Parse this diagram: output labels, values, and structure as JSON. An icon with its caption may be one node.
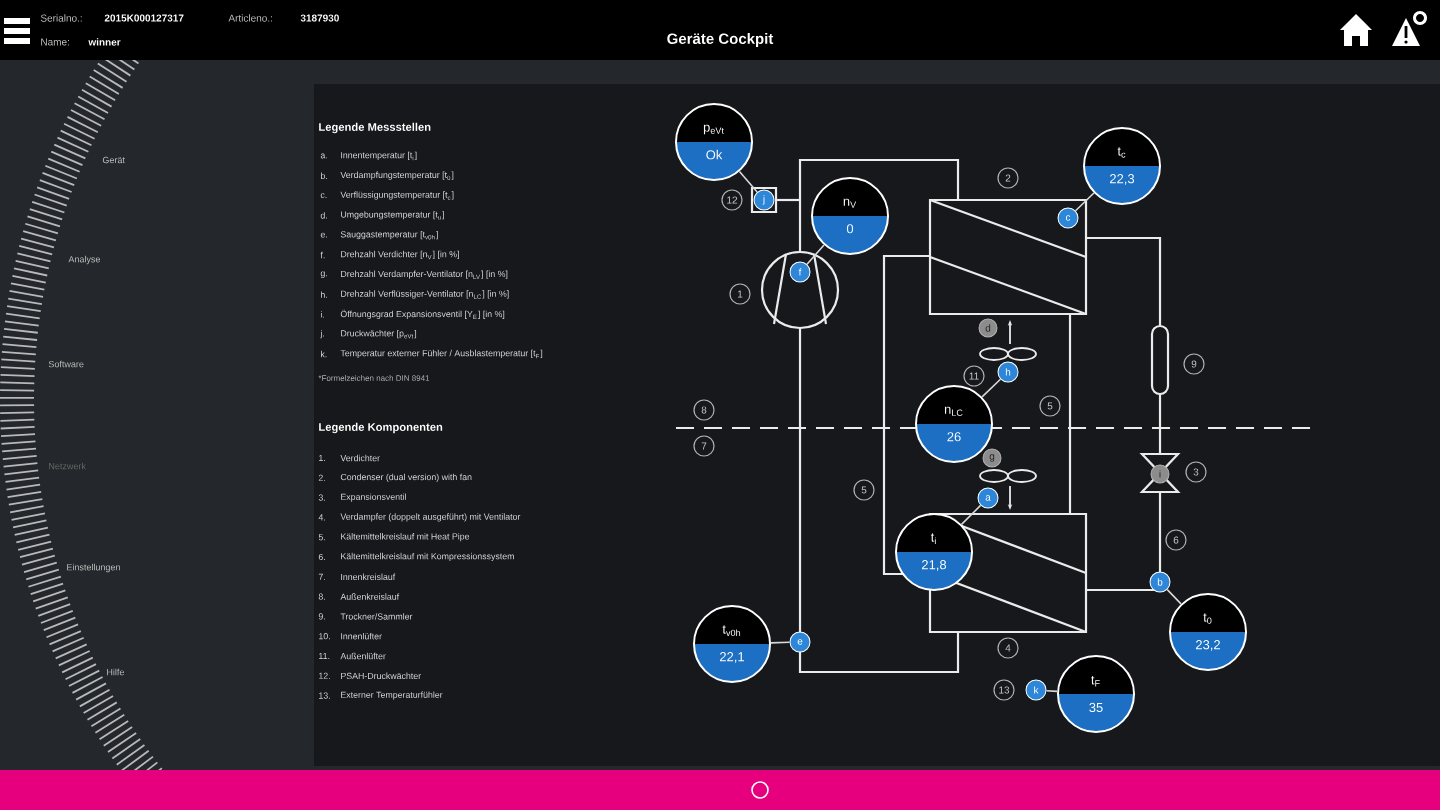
{
  "diagram": {
    "title": "Geräte Cockpit",
    "nodes": [
      {
        "text": [
          "p$_{eVt}$",
          "Ok"
        ]
      },
      {
        "text": [
          "j"
        ]
      },
      {
        "text": [
          "n$_{V}$",
          "0"
        ]
      },
      {
        "text": [
          "f"
        ]
      },
      {
        "text": [
          "t$_{c}$",
          "22,3"
        ]
      },
      {
        "text": [
          "c"
        ]
      },
      {
        "text": [
          "n$_{LC}$",
          "26"
        ]
      },
      {
        "text": [
          "h"
        ]
      },
      {
        "text": [
          "a"
        ]
      },
      {
        "text": [
          "t$_{i}$",
          "21,8"
        ]
      },
      {
        "text": [
          "t$_{v0h}$",
          "22,1"
        ]
      },
      {
        "text": [
          "e"
        ]
      },
      {
        "text": [
          "b"
        ]
      },
      {
        "text": [
          "t$_{0}$",
          "23,2"
        ]
      },
      {
        "text": [
          "k"
        ]
      },
      {
        "text": [
          "t$_{F}$",
          "35"
        ]
      }
    ],
    "edges": [
      {
        "from": 0,
        "to": 1,
        "arrow": "none"
      },
      {
        "from": 2,
        "to": 3,
        "arrow": "none"
      },
      {
        "from": 4,
        "to": 5,
        "arrow": "none"
      },
      {
        "from": 6,
        "to": 7,
        "arrow": "none"
      },
      {
        "from": 9,
        "to": 8,
        "arrow": "none"
      },
      {
        "from": 10,
        "to": 11,
        "arrow": "none"
      },
      {
        "from": 13,
        "to": 12,
        "arrow": "none"
      },
      {
        "from": 15,
        "to": 14,
        "arrow": "none"
      }
    ],
    "labels": [
      "Serialno.:",
      "2015K000127317",
      "Articleno.:",
      "3187930",
      "Name:",
      "winner",
      "Gerät",
      "Analyse",
      "Software",
      "Netzwerk",
      "Einstellungen",
      "Hilfe",
      "Legende Messstellen",
      "a.",
      "Innentemperatur [t$_{i}$]",
      "b.",
      "Verdampfungstemperatur [t$_{0}$]",
      "c.",
      "Verflüssigungstemperatur [t$_{c}$]",
      "d.",
      "Umgebungstemperatur [t$_{u}$]",
      "e.",
      "Sauggastemperatur [t$_{v0h}$]",
      "f.",
      "Drehzahl Verdichter [n$_{V}$] [in %]",
      "g.",
      "Drehzahl Verdampfer-Ventilator [n$_{LV}$] [in %]",
      "h.",
      "Drehzahl Verflüssiger-Ventilator [n$_{LC}$] [in %]",
      "i.",
      "Öffnungsgrad Expansionsventil [Y$_{E}$] [in %]",
      "j.",
      "Druckwächter [p$_{eVt}$]",
      "k.",
      "Temperatur externer Fühler / Ausblastemperatur [t$_{F}$]",
      "*Formelzeichen nach DIN 8941",
      "Legende Komponenten",
      "1.",
      "Verdichter",
      "2.",
      "Condenser (dual version) with fan",
      "3.",
      "Expansionsventil",
      "4.",
      "Verdampfer (doppelt ausgeführt) mit Ventilator",
      "5.",
      "Kältemittelkreislauf mit Heat Pipe",
      "6.",
      "Kältemittelkreislauf mit Kompressionssystem",
      "7.",
      "Innenkreislauf",
      "8.",
      "Außenkreislauf",
      "9.",
      "Trockner/Sammler",
      "10.",
      "Innenlüfter",
      "11.",
      "Außenlüfter",
      "12.",
      "PSAH-Druckwächter",
      "13.",
      "Externer Temperaturfühler",
      "2",
      "12",
      "1",
      "9",
      "11",
      "5",
      "8",
      "7",
      "3",
      "5",
      "6",
      "4",
      "13",
      "d",
      "g",
      "i"
    ]
  }
}
